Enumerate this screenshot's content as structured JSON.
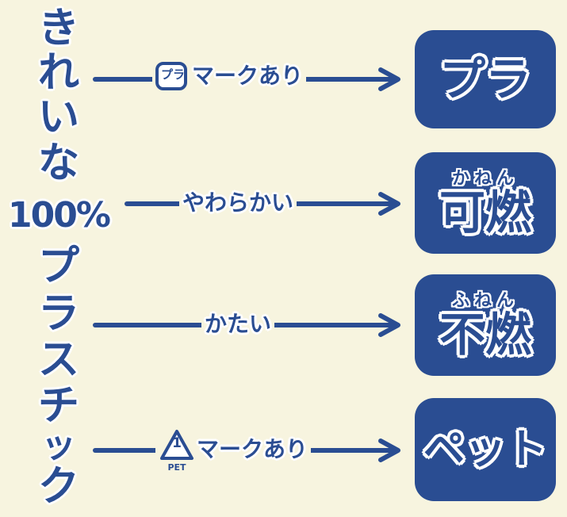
{
  "title_vertical": [
    "き",
    "れ",
    "い",
    "な",
    "100%",
    "プ",
    "ラ",
    "ス",
    "チ",
    "ッ",
    "ク"
  ],
  "rows": [
    {
      "label": "マークあり",
      "icon_text": "プラ",
      "icon": "pla-recycle-mark-icon",
      "result": "プラ",
      "ruby": ""
    },
    {
      "label": "やわらかい",
      "icon_text": "",
      "icon": "",
      "result": "可燃",
      "ruby": "かねん"
    },
    {
      "label": "かたい",
      "icon_text": "",
      "icon": "",
      "result": "不燃",
      "ruby": "ふねん"
    },
    {
      "label": "マークあり",
      "icon_text": "1",
      "icon_subtext": "PET",
      "icon": "pet-recycle-mark-icon",
      "result": "ペット",
      "ruby": ""
    }
  ],
  "colors": {
    "primary": "#2a4d92",
    "background": "#f7f4df",
    "outline": "#ffffff"
  }
}
